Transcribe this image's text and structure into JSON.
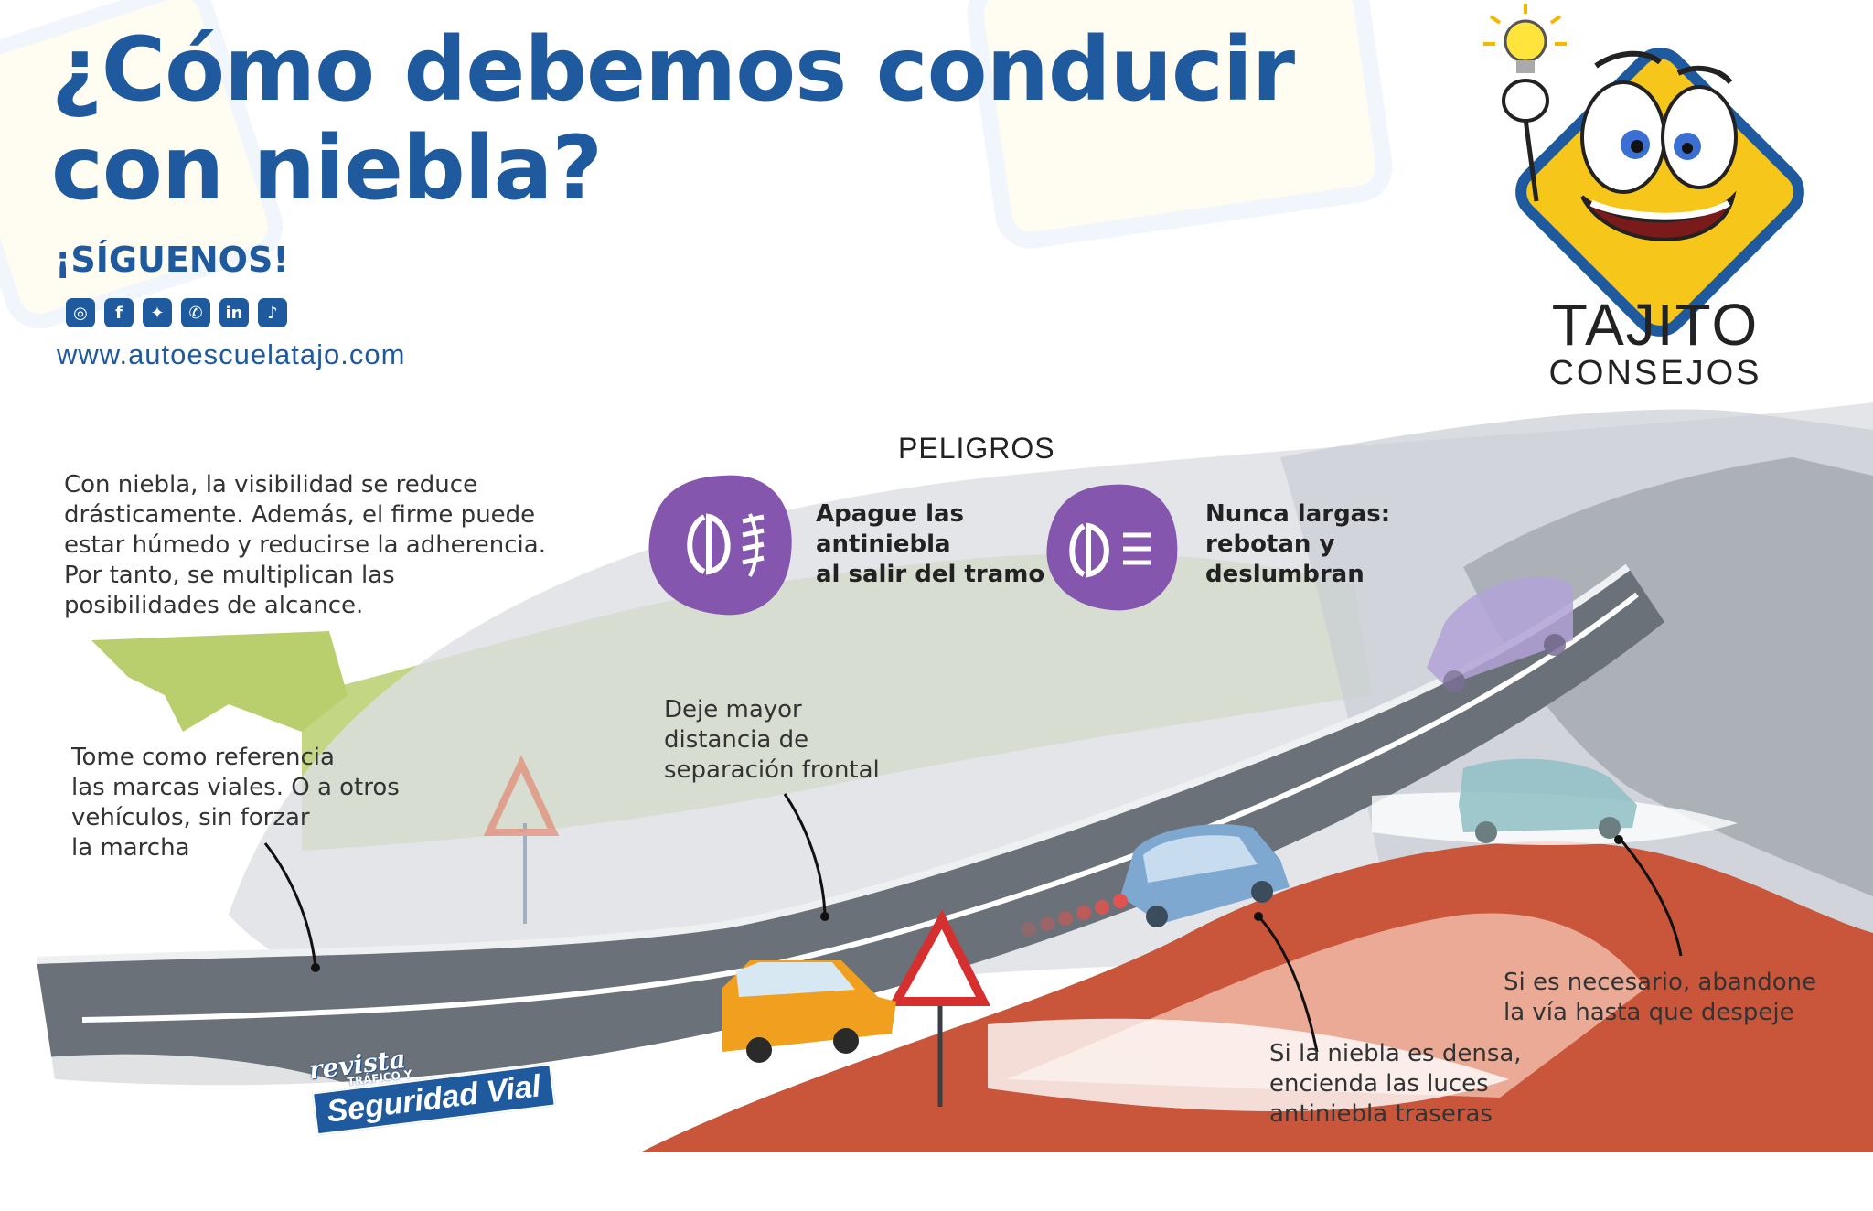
{
  "title": "¿Cómo debemos conducir con niebla?",
  "follow_label": "¡SÍGUENOS!",
  "social": [
    {
      "icon": "instagram-icon",
      "glyph": "◎"
    },
    {
      "icon": "facebook-icon",
      "glyph": "f"
    },
    {
      "icon": "twitter-icon",
      "glyph": "✦"
    },
    {
      "icon": "whatsapp-icon",
      "glyph": "✆"
    },
    {
      "icon": "linkedin-icon",
      "glyph": "in"
    },
    {
      "icon": "tiktok-icon",
      "glyph": "♪"
    }
  ],
  "website": "www.autoescuelatajo.com",
  "brand": {
    "name": "TAJITO",
    "subtitle": "CONSEJOS"
  },
  "dangers_heading": "PELIGROS",
  "intro": "Con niebla, la visibilidad se reduce\ndrásticamente. Además, el firme puede\nestar húmedo y reducirse la adherencia.\nPor tanto, se multiplican las\nposibilidades de alcance.",
  "tip_fog_lights_off": "Apague las\nantiniebla\nal salir del tramo",
  "tip_no_high_beams": "Nunca largas:\nrebotan y\ndeslumbran",
  "tip_road_marks": "Tome como referencia\nlas marcas viales. O a otros\nvehículos, sin forzar\n la marcha",
  "tip_distance": "Deje mayor\ndistancia de\nseparación frontal",
  "tip_rear_fog": "Si la niebla es densa,\nencienda las luces\nantiniebla traseras",
  "tip_leave_road": "Si es necesario, abandone\nla vía hasta que despeje",
  "magazine": {
    "line1": "revista",
    "line2": "TRÁFICO Y",
    "line3": "Seguridad Vial"
  },
  "colors": {
    "title_blue": "#1f5a9e",
    "road_gray": "#6b7178",
    "fog": "#dcdfe4",
    "green_field": "#b9cf6d",
    "red_terrain": "#c9563a",
    "icon_purple": "#8456ad",
    "car_orange": "#f0a01e",
    "car_blue": "#7fa8d0",
    "car_purple": "#b3a3d8",
    "car_teal": "#8fc0c4",
    "mascot_yellow": "#f7c61b"
  }
}
